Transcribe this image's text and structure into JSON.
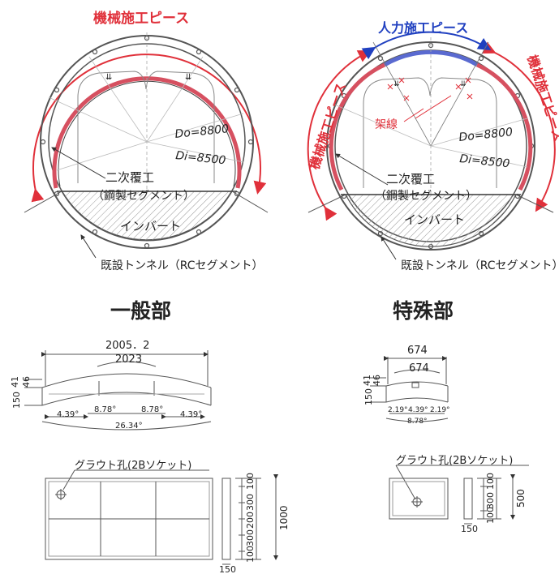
{
  "general": {
    "arc_title": "機械施工ピース",
    "do_label": "Do=8800",
    "di_label": "Di=8500",
    "lining_line1": "二次覆工",
    "lining_line2": "（鋼製セグメント）",
    "invert": "インバート",
    "existing": "既設トンネル（RCセグメント）",
    "caption": "一般部",
    "arc_color": "#e0303a"
  },
  "special": {
    "manual_title": "人力施工ピース",
    "left_title": "機械施工ピース",
    "right_title": "機械施工ピース",
    "overhead": "架線",
    "do_label": "Do=8800",
    "di_label": "Di=8500",
    "lining_line1": "二次覆工",
    "lining_line2": "（鋼製セグメント）",
    "invert": "インバート",
    "existing": "既設トンネル（RCセグメント）",
    "caption": "特殊部",
    "manual_color": "#2040c0",
    "machine_color": "#e0303a"
  },
  "seg_left": {
    "dim_outer": "2005．2",
    "dim_inner": "2023",
    "dim_a": "41",
    "dim_b": "46",
    "dim_c": "150",
    "ang1": "4.39°",
    "ang2": "8.78°",
    "ang3": "8.78°",
    "ang4": "4.39°",
    "ang_total": "26.34°",
    "grout": "グラウト孔(2Bソケット)",
    "side_top": "100",
    "side_300a": "300",
    "side_200": "200",
    "side_300b": "300",
    "side_bot": "100",
    "side_total": "1000",
    "side_width": "150"
  },
  "seg_right": {
    "dim_outer": "674",
    "dim_inner": "674",
    "dim_a": "41",
    "dim_b": "46",
    "dim_c": "150",
    "ang1": "2.19°",
    "ang2": "4.39°",
    "ang3": "2.19°",
    "ang_total": "8.78°",
    "grout": "グラウト孔(2Bソケット)",
    "side_top": "100",
    "side_300": "300",
    "side_bot": "100",
    "side_total": "500",
    "side_width": "150"
  }
}
